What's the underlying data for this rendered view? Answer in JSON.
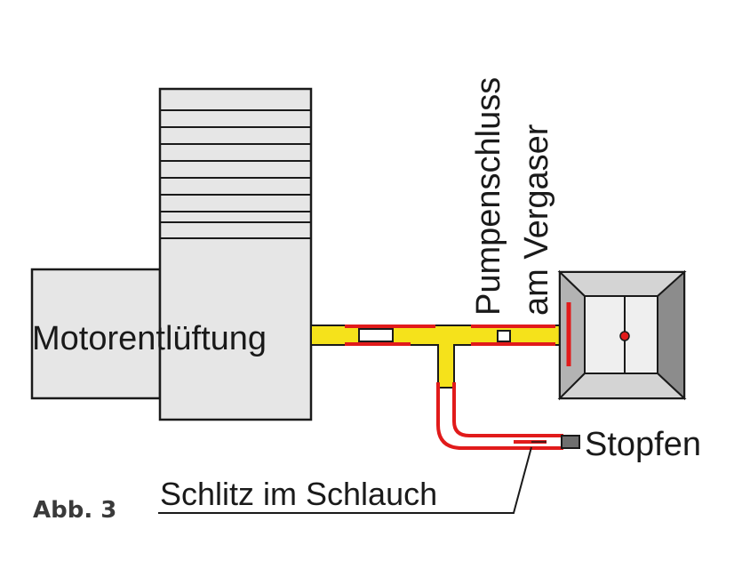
{
  "labels": {
    "engine_vent": "Motorentlüftung",
    "pump_line1": "Pumpenschluss",
    "pump_line2": "am Vergaser",
    "plug": "Stopfen",
    "slit": "Schlitz im Schlauch",
    "figure": "Abb. 3"
  },
  "colors": {
    "body_fill": "#e6e6e6",
    "outline": "#1a1a1a",
    "pipe_yellow": "#f5e21b",
    "hose_red": "#e11b1b",
    "carb_gray": "#8c8c8c",
    "carb_inner": "#efefef"
  }
}
